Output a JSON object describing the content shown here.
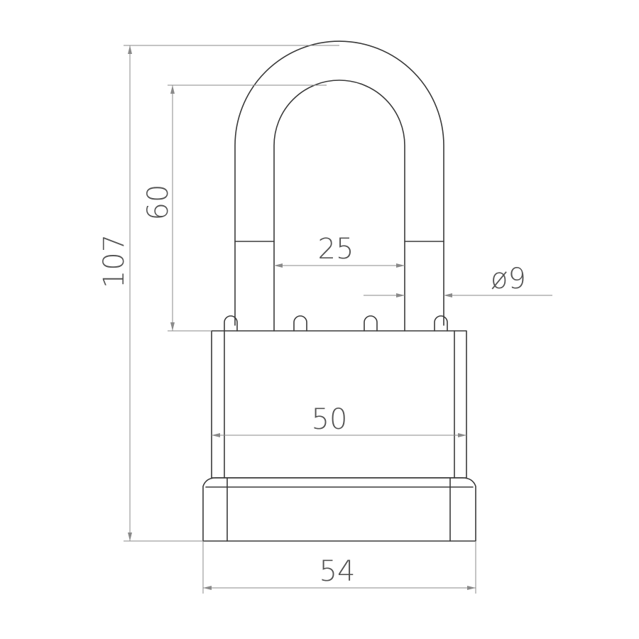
{
  "dimensions": {
    "overall_height": "107",
    "shackle_clearance": "60",
    "shackle_inner_width": "25",
    "shackle_diameter": "ø9",
    "body_width": "50",
    "base_width": "54"
  },
  "colors": {
    "outline": "#3a3a3a",
    "dimension": "#8a8a8a",
    "text": "#555555",
    "background": "#ffffff"
  }
}
